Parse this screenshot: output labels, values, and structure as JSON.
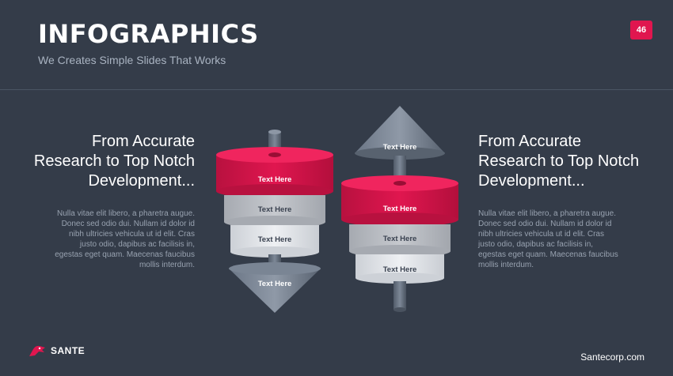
{
  "header": {
    "title": "INFOGRAPHICS",
    "subtitle": "We Creates Simple Slides That Works",
    "page_number": "46"
  },
  "left_block": {
    "heading_lines": [
      "From Accurate",
      "Research to Top Notch",
      "Development..."
    ],
    "body_lines": [
      "Nulla vitae elit libero, a pharetra augue.",
      "Donec sed odio dui. Nullam id dolor id",
      "nibh ultricies vehicula ut id elit. Cras",
      "justo odio, dapibus ac facilisis in,",
      "egestas eget quam. Maecenas faucibus",
      "mollis interdum."
    ]
  },
  "right_block": {
    "heading_lines": [
      "From Accurate",
      "Research to Top Notch",
      "Development..."
    ],
    "body_lines": [
      "Nulla vitae elit libero, a pharetra augue.",
      "Donec sed odio dui. Nullam id dolor id",
      "nibh ultricies vehicula ut id elit. Cras",
      "justo odio, dapibus ac facilisis in,",
      "egestas eget quam. Maecenas faucibus",
      "mollis interdum."
    ]
  },
  "left_stack": {
    "segments": [
      "Text Here",
      "Text Here",
      "Text Here"
    ],
    "cone_label": "Text Here"
  },
  "right_stack": {
    "cone_label": "Text Here",
    "segments": [
      "Text Here",
      "Text Here",
      "Text Here"
    ]
  },
  "colors": {
    "background": "#343c49",
    "accent": "#e0164f",
    "gray_segment": "#c3c6cb",
    "light_segment": "#e6e8ec",
    "cone": "#5f6a7a"
  },
  "footer": {
    "logo_text": "SANTE",
    "website": "Santecorp.com"
  }
}
